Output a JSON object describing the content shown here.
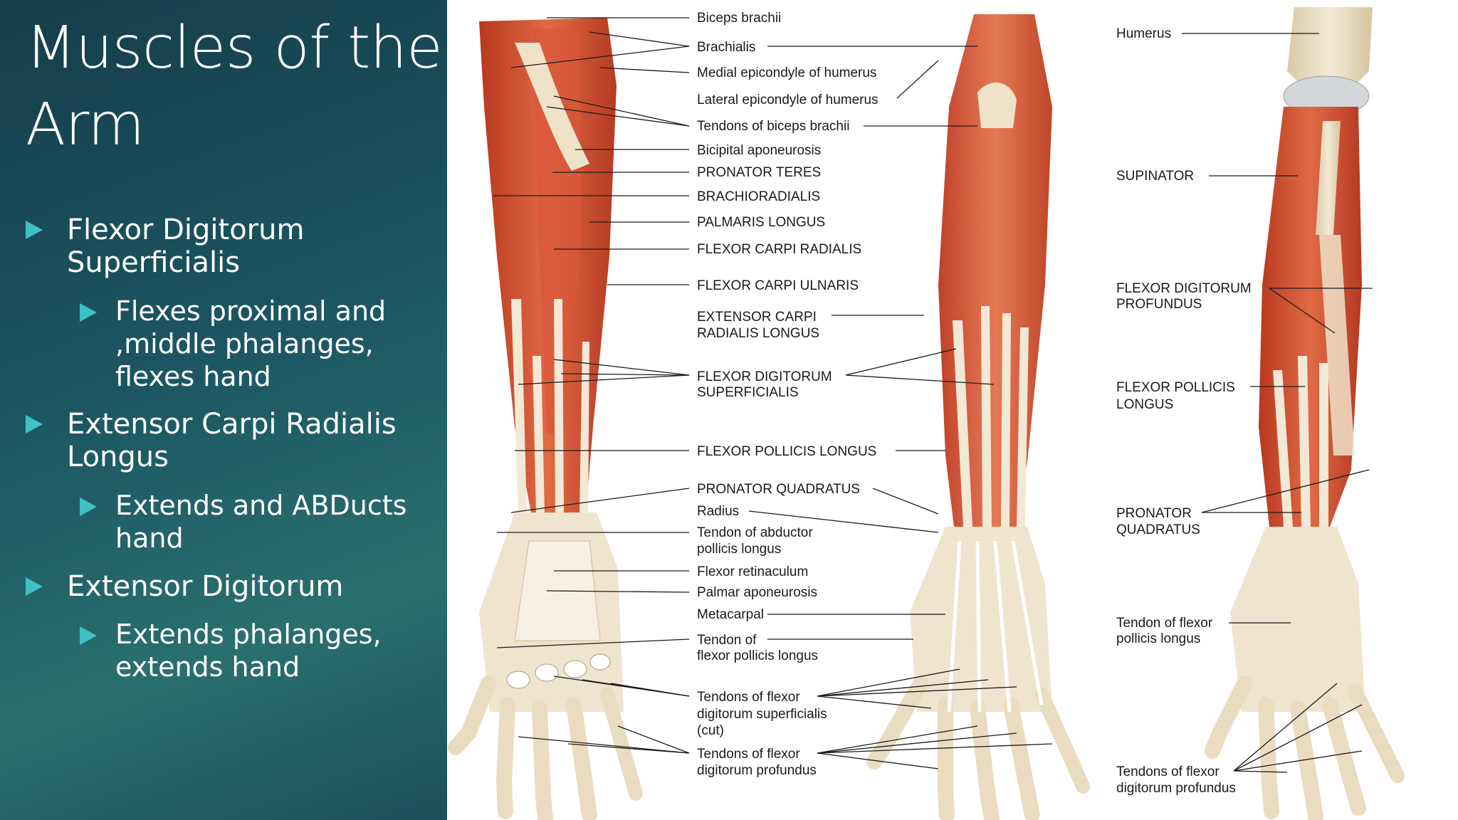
{
  "slide": {
    "title": "Muscles of the Arm",
    "bullets": [
      {
        "text": "Flexor Digitorum Superficialis",
        "sub": "Flexes proximal and ,middle phalanges, flexes hand"
      },
      {
        "text": "Extensor Carpi Radialis Longus",
        "sub": "Extends and ABDucts hand"
      },
      {
        "text": "Extensor Digitorum",
        "sub": "Extends phalanges, extends hand"
      }
    ]
  },
  "illustration": {
    "labels": {
      "biceps_brachii": "Biceps brachii",
      "brachialis": "Brachialis",
      "medial_epicondyle": "Medial epicondyle of humerus",
      "lateral_epicondyle": "Lateral epicondyle of humerus",
      "tendons_biceps": "Tendons of biceps brachii",
      "bicipital_aponeurosis": "Bicipital aponeurosis",
      "pronator_teres": "PRONATOR TERES",
      "brachioradialis": "BRACHIORADIALIS",
      "palmaris_longus": "PALMARIS LONGUS",
      "flexor_carpi_radialis": "FLEXOR CARPI RADIALIS",
      "flexor_carpi_ulnaris": "FLEXOR CARPI ULNARIS",
      "ecrl_1": "EXTENSOR CARPI",
      "ecrl_2": "RADIALIS LONGUS",
      "fds_1": "FLEXOR DIGITORUM",
      "fds_2": "SUPERFICIALIS",
      "flexor_pollicis_longus": "FLEXOR POLLICIS LONGUS",
      "pronator_quadratus": "PRONATOR QUADRATUS",
      "radius": "Radius",
      "tendon_apl_1": "Tendon of abductor",
      "tendon_apl_2": "pollicis longus",
      "flexor_retinaculum": "Flexor retinaculum",
      "palmar_aponeurosis": "Palmar aponeurosis",
      "metacarpal": "Metacarpal",
      "tendon_fpl_1": "Tendon of",
      "tendon_fpl_2": "flexor pollicis longus",
      "tfds_1": "Tendons of flexor",
      "tfds_2": "digitorum superficialis",
      "tfds_3": "(cut)",
      "tfdp_1": "Tendons of flexor",
      "tfdp_2": "digitorum profundus",
      "humerus": "Humerus",
      "supinator": "SUPINATOR",
      "fdp_1": "FLEXOR DIGITORUM",
      "fdp_2": "PROFUNDUS",
      "fpl_r_1": "FLEXOR POLLICIS",
      "fpl_r_2": "LONGUS",
      "pq_r_1": "PRONATOR",
      "pq_r_2": "QUADRATUS",
      "tfpl_r_1": "Tendon of flexor",
      "tfpl_r_2": "pollicis longus",
      "tfdp_r_1": "Tendons of flexor",
      "tfdp_r_2": "digitorum profundus"
    }
  }
}
